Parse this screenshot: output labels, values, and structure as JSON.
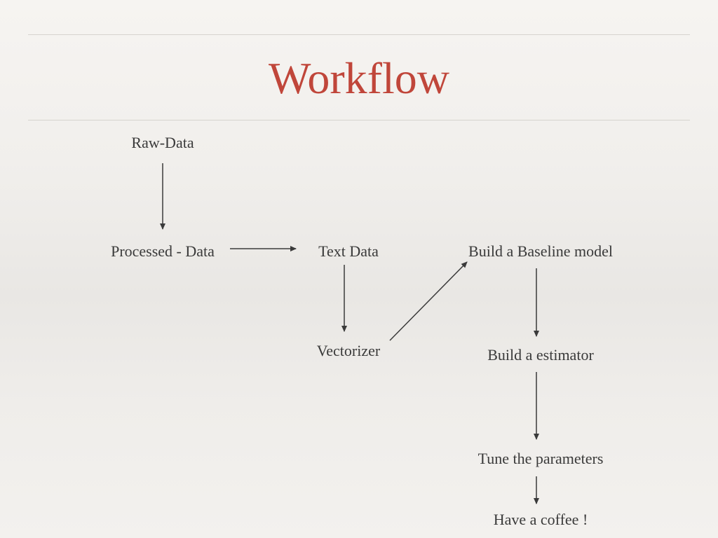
{
  "title": "Workflow",
  "nodes": {
    "raw_data": "Raw-Data",
    "processed_data": "Processed - Data",
    "text_data": "Text Data",
    "baseline_model": "Build a Baseline model",
    "vectorizer": "Vectorizer",
    "estimator": "Build a estimator",
    "tune_parameters": "Tune the parameters",
    "coffee": "Have a coffee !"
  },
  "edges": [
    {
      "from": "Raw-Data",
      "to": "Processed - Data"
    },
    {
      "from": "Processed - Data",
      "to": "Text Data"
    },
    {
      "from": "Text Data",
      "to": "Vectorizer"
    },
    {
      "from": "Vectorizer",
      "to": "Build a Baseline model"
    },
    {
      "from": "Build a Baseline model",
      "to": "Build a estimator"
    },
    {
      "from": "Build a estimator",
      "to": "Tune the parameters"
    },
    {
      "from": "Tune the parameters",
      "to": "Have a coffee !"
    }
  ],
  "colors": {
    "title": "#c0463a",
    "text": "#3a3a3a",
    "arrow": "#3a3a3a",
    "rule": "#d6d3cf"
  }
}
